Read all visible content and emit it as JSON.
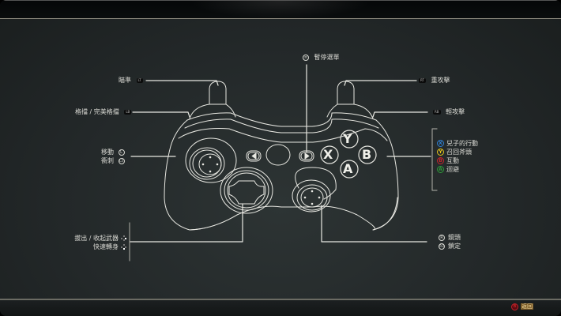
{
  "screen": "controller-layout",
  "colors": {
    "line": "#e8e8e2",
    "text": "#d8d8d2",
    "x_button": "#2f7fd0",
    "y_button": "#e6c419",
    "b_button": "#c8242c",
    "a_button": "#2e9a3a",
    "back_accent": "#c0202a",
    "back_label_bg": "#7a5a26"
  },
  "top_center": {
    "icon": "menu-button-icon",
    "label": "暫停選單"
  },
  "left_triggers": [
    {
      "label": "瞄準",
      "button": "LT"
    },
    {
      "label": "格擋 / 完美格擋",
      "button": "LB"
    }
  ],
  "right_triggers": [
    {
      "label": "重攻擊",
      "button": "RT"
    },
    {
      "label": "輕攻擊",
      "button": "RB"
    }
  ],
  "left_stick": [
    {
      "label": "移動",
      "button": "L"
    },
    {
      "label": "衝刺",
      "button": "L3"
    }
  ],
  "face_buttons": [
    {
      "button": "X",
      "label": "兒子的行動",
      "color": "#2f7fd0"
    },
    {
      "button": "Y",
      "label": "召回斧頭",
      "color": "#e6c419"
    },
    {
      "button": "B",
      "label": "互動",
      "color": "#c8242c"
    },
    {
      "button": "A",
      "label": "迴避",
      "color": "#2e9a3a"
    }
  ],
  "dpad": [
    {
      "label": "拔出 / 收起武器",
      "button": "dpad-right"
    },
    {
      "label": "快速轉身",
      "button": "dpad-down"
    }
  ],
  "right_stick": [
    {
      "label": "鏡頭",
      "button": "R"
    },
    {
      "label": "鎖定",
      "button": "R3"
    }
  ],
  "controller_face_labels": {
    "y": "Y",
    "x": "X",
    "b": "B",
    "a": "A"
  },
  "footer": {
    "back_button": "B",
    "back_label": "返回"
  }
}
